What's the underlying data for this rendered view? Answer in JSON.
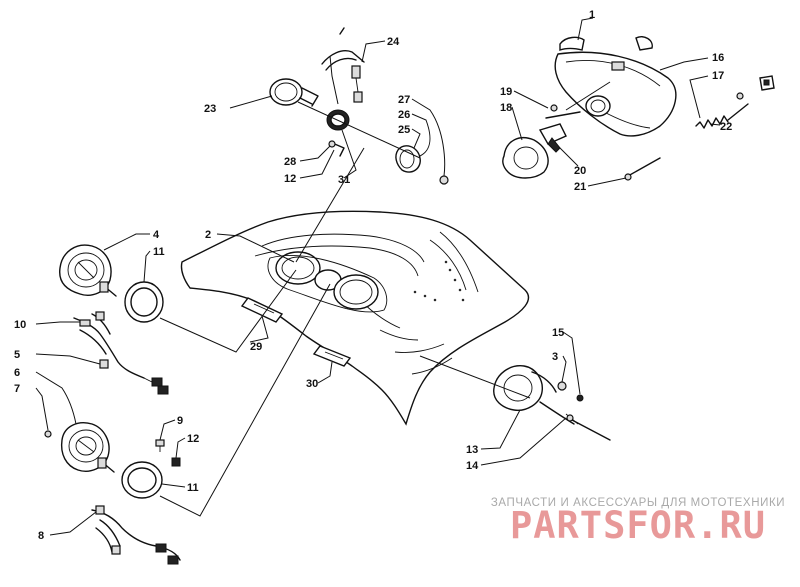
{
  "callouts": {
    "c1": "1",
    "c2": "2",
    "c3": "3",
    "c4": "4",
    "c5": "5",
    "c6": "6",
    "c7": "7",
    "c8": "8",
    "c9": "9",
    "c10": "10",
    "c11a": "11",
    "c11b": "11",
    "c12a": "12",
    "c12b": "12",
    "c13": "13",
    "c14": "14",
    "c15": "15",
    "c16": "16",
    "c17": "17",
    "c18": "18",
    "c19": "19",
    "c20": "20",
    "c21": "21",
    "c22": "22",
    "c23": "23",
    "c24": "24",
    "c25": "25",
    "c26": "26",
    "c27": "27",
    "c28": "28",
    "c29": "29",
    "c30": "30",
    "c31": "31"
  },
  "watermark": {
    "tagline": "ЗАПЧАСТИ И АКСЕССУАРЫ ДЛЯ МОТОТЕХНИКИ",
    "brand": "PARTSFOR.RU",
    "brand_color": "#d64646"
  }
}
